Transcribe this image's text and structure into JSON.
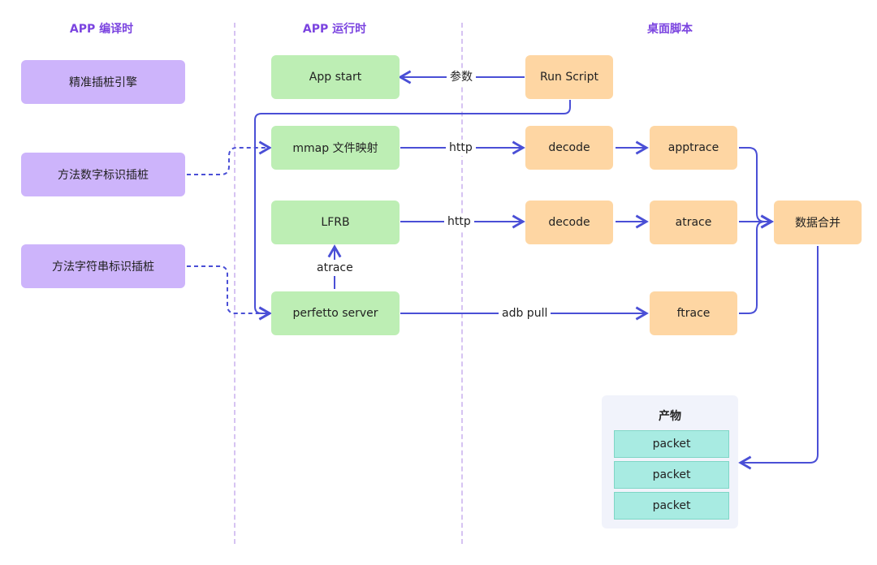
{
  "headers": {
    "compile": "APP 编译时",
    "runtime": "APP 运行时",
    "script": "桌面脚本"
  },
  "nodes": {
    "precise_engine": "精准插桩引擎",
    "method_id_instr": "方法数字标识插桩",
    "method_str_instr": "方法字符串标识插桩",
    "app_start": "App start",
    "mmap": "mmap 文件映射",
    "lfrb": "LFRB",
    "perfetto": "perfetto server",
    "run_script": "Run Script",
    "decode1": "decode",
    "decode2": "decode",
    "apptrace": "apptrace",
    "atrace": "atrace",
    "ftrace": "ftrace",
    "merge": "数据合并"
  },
  "edge_labels": {
    "params": "参数",
    "http1": "http",
    "http2": "http",
    "atrace_up": "atrace",
    "adb_pull": "adb pull"
  },
  "artifacts": {
    "title": "产物",
    "packets": [
      "packet",
      "packet",
      "packet"
    ]
  },
  "colors": {
    "header": "#7b44e0",
    "arrow": "#4a4fd6",
    "purple_node": "#cdb4fb",
    "green_node": "#bdeeb4",
    "orange_node": "#fed6a3",
    "teal_packet": "#a8ebe2"
  }
}
